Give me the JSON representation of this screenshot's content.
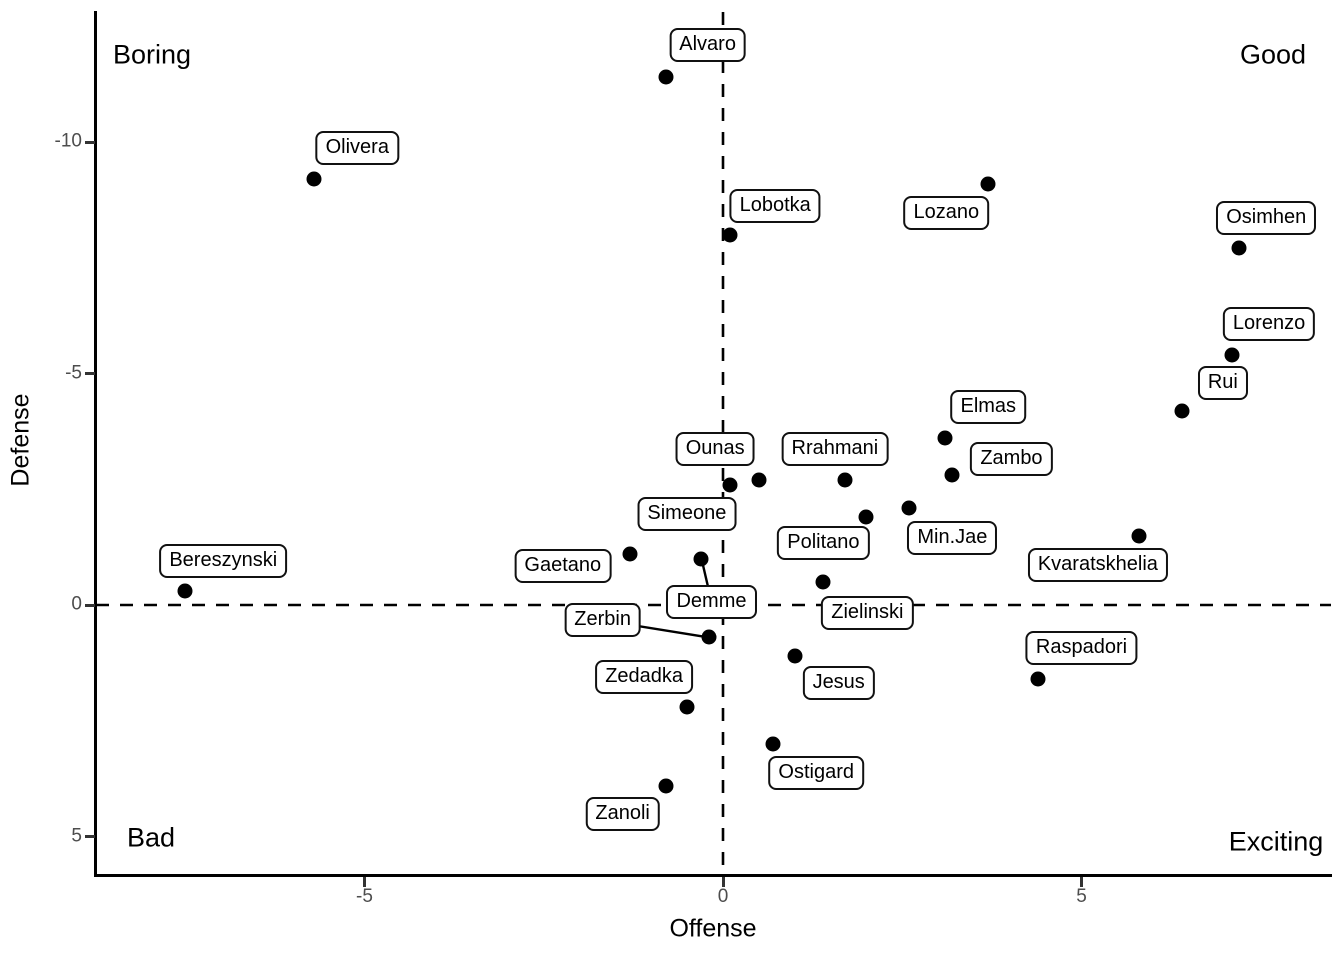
{
  "chart_data": {
    "type": "scatter",
    "title": "",
    "xlabel": "Offense",
    "ylabel": "Defense",
    "x_ticks": [
      "-5",
      "0",
      "5"
    ],
    "x_tick_values": [
      -5,
      0,
      5
    ],
    "y_ticks": [
      "-10",
      "-5",
      "0",
      "5"
    ],
    "y_tick_values": [
      -10,
      -5,
      0,
      5
    ],
    "xlim": [
      -8.7,
      8.5
    ],
    "ylim": [
      -12.8,
      5.8
    ],
    "y_axis_reversed": true,
    "grid": false,
    "legend": "none",
    "reference_lines": [
      {
        "axis": "vertical",
        "value": 0,
        "style": "dashed"
      },
      {
        "axis": "horizontal",
        "value": 0,
        "style": "dashed"
      }
    ],
    "quadrant_labels": {
      "top_left": "Boring",
      "top_right": "Good",
      "bottom_left": "Bad",
      "bottom_right": "Exciting"
    },
    "colors": {
      "point": "#000000",
      "label_bg": "#ffffff",
      "label_border": "#111111",
      "tick_label": "#4d4d4d",
      "axis": "#000000"
    },
    "points": [
      {
        "name": "Alvaro",
        "x": -0.8,
        "y": -11.4,
        "label_dx": 42,
        "label_dy": -32
      },
      {
        "name": "Olivera",
        "x": -5.7,
        "y": -9.2,
        "label_dx": 43,
        "label_dy": -31
      },
      {
        "name": "Lozano",
        "x": 3.7,
        "y": -9.1,
        "label_dx": -42,
        "label_dy": 29
      },
      {
        "name": "Lobotka",
        "x": 0.1,
        "y": -8.0,
        "label_dx": 45,
        "label_dy": -29
      },
      {
        "name": "Osimhen",
        "x": 7.2,
        "y": -7.7,
        "label_dx": 27,
        "label_dy": -30
      },
      {
        "name": "Lorenzo",
        "x": 7.1,
        "y": -5.4,
        "label_dx": 37,
        "label_dy": -31
      },
      {
        "name": "Rui",
        "x": 6.4,
        "y": -4.2,
        "label_dx": 41,
        "label_dy": -28
      },
      {
        "name": "Elmas",
        "x": 3.1,
        "y": -3.6,
        "label_dx": 43,
        "label_dy": -31
      },
      {
        "name": "Zambo",
        "x": 3.2,
        "y": -2.8,
        "label_dx": 59,
        "label_dy": -16
      },
      {
        "name": "Rrahmani",
        "x": 1.7,
        "y": -2.7,
        "label_dx": -10,
        "label_dy": -31
      },
      {
        "name": "Simeone",
        "x": 0.5,
        "y": -2.7,
        "label_dx": -72,
        "label_dy": 34
      },
      {
        "name": "Ounas",
        "x": 0.1,
        "y": -2.6,
        "label_dx": -15,
        "label_dy": -36
      },
      {
        "name": "Min.Jae",
        "x": 2.6,
        "y": -2.1,
        "label_dx": 43,
        "label_dy": 30
      },
      {
        "name": "Politano",
        "x": 2.0,
        "y": -1.9,
        "label_dx": -43,
        "label_dy": 26
      },
      {
        "name": "Kvaratskhelia",
        "x": 5.8,
        "y": -1.5,
        "label_dx": -41,
        "label_dy": 29
      },
      {
        "name": "Gaetano",
        "x": -1.3,
        "y": -1.1,
        "label_dx": -67,
        "label_dy": 12
      },
      {
        "name": "Demme",
        "x": -0.3,
        "y": -1.0,
        "label_dx": 10,
        "label_dy": 43,
        "segment": true
      },
      {
        "name": "Zielinski",
        "x": 1.4,
        "y": -0.5,
        "label_dx": 44,
        "label_dy": 31
      },
      {
        "name": "Bereszynski",
        "x": -7.5,
        "y": -0.3,
        "label_dx": 38,
        "label_dy": -30
      },
      {
        "name": "Zerbin",
        "x": -0.2,
        "y": 0.7,
        "label_dx": -106,
        "label_dy": -17,
        "segment": true
      },
      {
        "name": "Jesus",
        "x": 1.0,
        "y": 1.1,
        "label_dx": 44,
        "label_dy": 27
      },
      {
        "name": "Raspadori",
        "x": 4.4,
        "y": 1.6,
        "label_dx": 43,
        "label_dy": -31
      },
      {
        "name": "Zedadka",
        "x": -0.5,
        "y": 2.2,
        "label_dx": -43,
        "label_dy": -30
      },
      {
        "name": "Ostigard",
        "x": 0.7,
        "y": 3.0,
        "label_dx": 43,
        "label_dy": 29
      },
      {
        "name": "Zanoli",
        "x": -0.8,
        "y": 3.9,
        "label_dx": -43,
        "label_dy": 28
      }
    ]
  }
}
